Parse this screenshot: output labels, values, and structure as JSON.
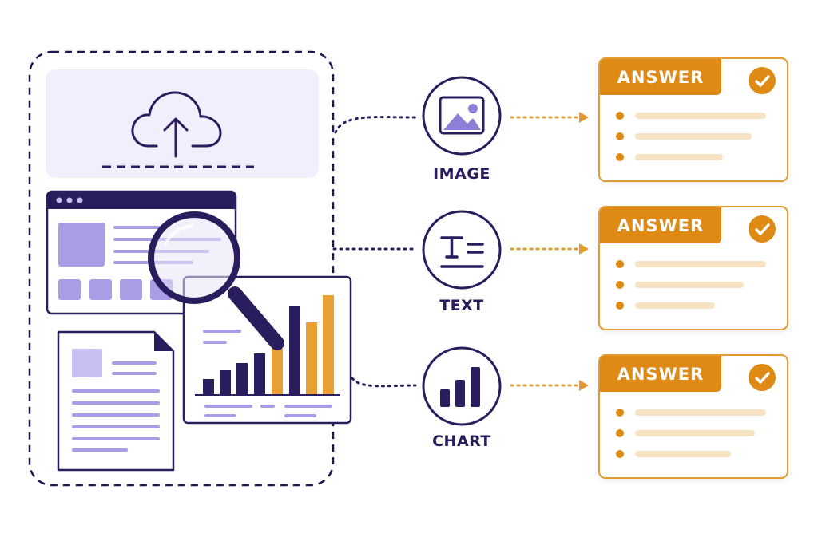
{
  "categories": [
    {
      "label": "IMAGE",
      "icon": "image-icon"
    },
    {
      "label": "TEXT",
      "icon": "text-icon"
    },
    {
      "label": "CHART",
      "icon": "chart-icon"
    }
  ],
  "answers": [
    {
      "label": "ANSWER"
    },
    {
      "label": "ANSWER"
    },
    {
      "label": "ANSWER"
    }
  ],
  "icons": {
    "upload": "cloud-upload-icon",
    "magnifier": "magnifying-glass-icon",
    "check": "checkmark-icon"
  },
  "colors": {
    "primary": "#2a1d5e",
    "purple_light": "#a99de6",
    "purple_pale": "#f1effb",
    "accent": "#de8a14",
    "accent_pale": "#f7e2c4"
  }
}
